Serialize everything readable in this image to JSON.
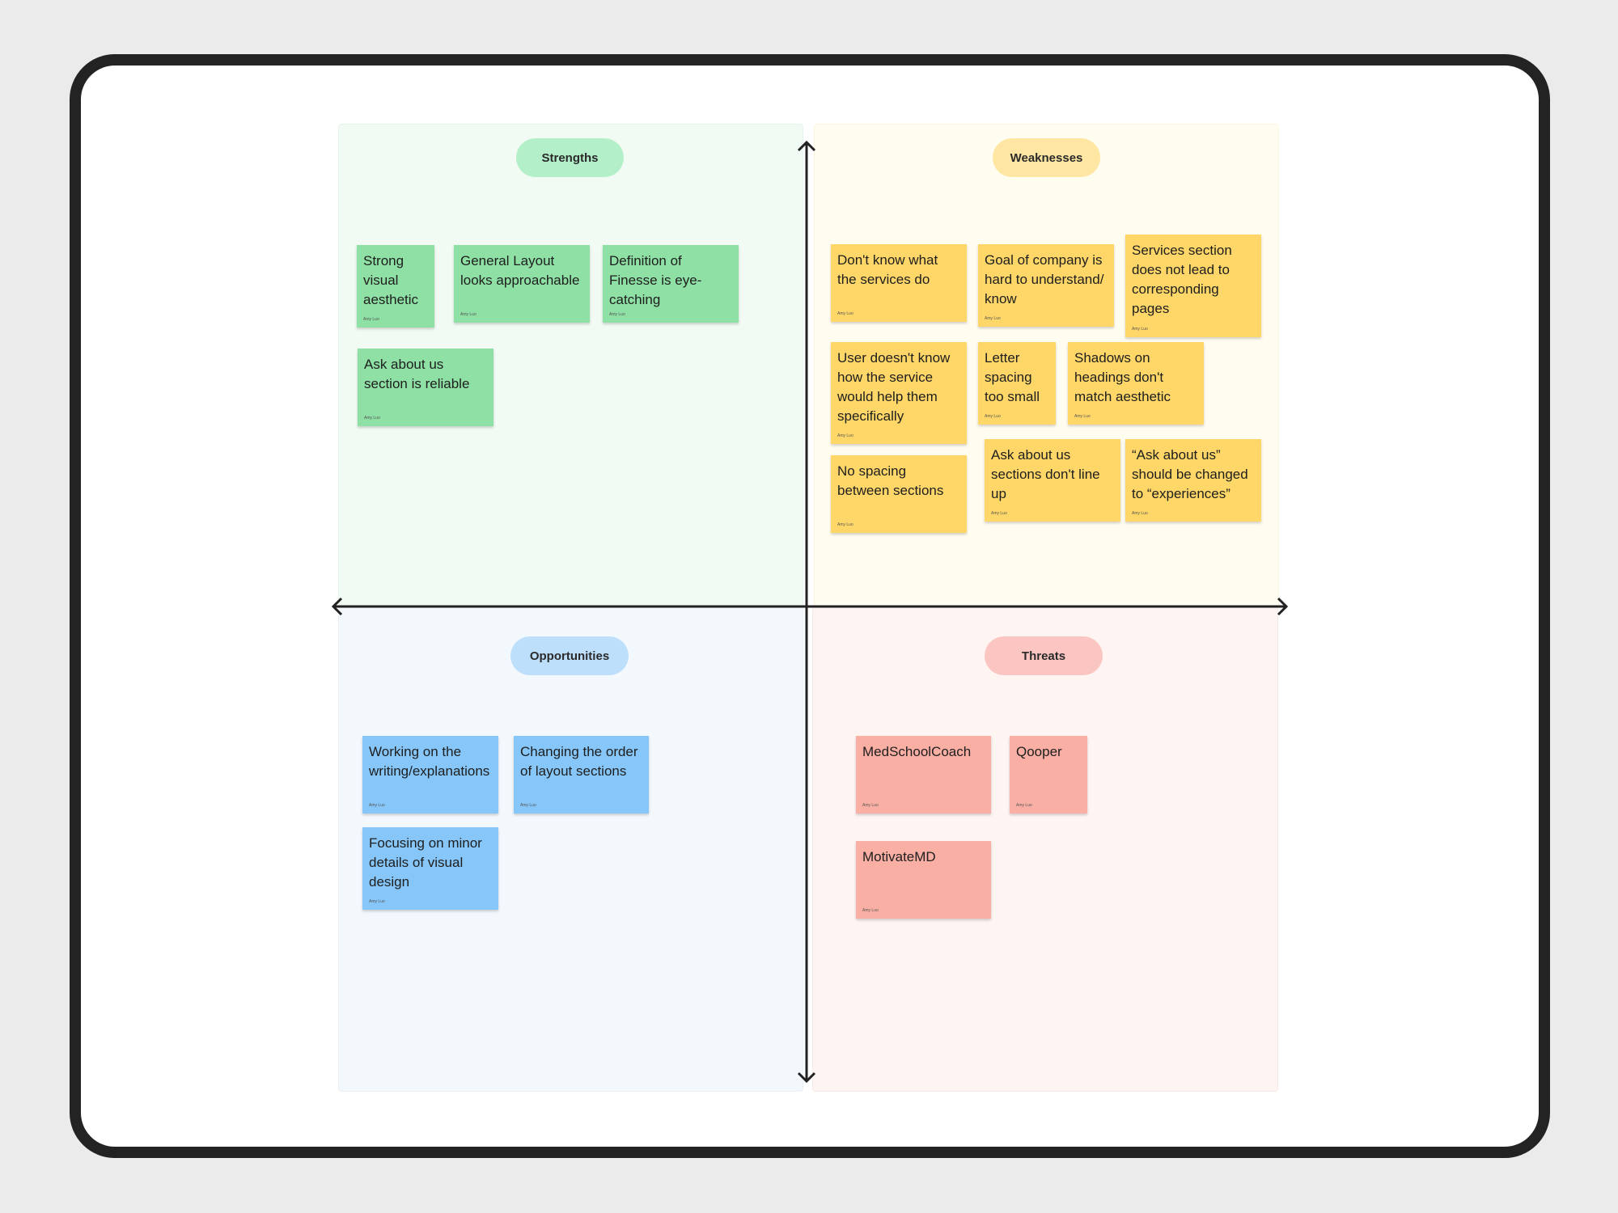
{
  "quadrants": {
    "strengths": {
      "label": "Strengths",
      "notes": [
        {
          "text": "Strong visual aesthetic",
          "author": "Amy Luo"
        },
        {
          "text": "General Layout looks approachable",
          "author": "Amy Luo"
        },
        {
          "text": "Definition of Finesse is eye-catching",
          "author": "Amy Luo"
        },
        {
          "text": "Ask about us section is reliable",
          "author": "Amy Luo"
        }
      ]
    },
    "weaknesses": {
      "label": "Weaknesses",
      "notes": [
        {
          "text": "Don't know what the services do",
          "author": "Amy Luo"
        },
        {
          "text": "Goal of company is hard to understand/ know",
          "author": "Amy Luo"
        },
        {
          "text": "Services section does not lead to corresponding pages",
          "author": "Amy Luo"
        },
        {
          "text": "User doesn't know how the service would help them specifically",
          "author": "Amy Luo"
        },
        {
          "text": "Letter spacing too small",
          "author": "Amy Luo"
        },
        {
          "text": "Shadows on headings don't match aesthetic",
          "author": "Amy Luo"
        },
        {
          "text": "No spacing between sections",
          "author": "Amy Luo"
        },
        {
          "text": "Ask about us sections don't line up",
          "author": "Amy Luo"
        },
        {
          "text": "“Ask about us” should be changed to “experiences”",
          "author": "Amy Luo"
        }
      ]
    },
    "opportunities": {
      "label": "Opportunities",
      "notes": [
        {
          "text": "Working on the writing/explanations",
          "author": "Amy Luo"
        },
        {
          "text": "Changing the order of layout sections",
          "author": "Amy Luo"
        },
        {
          "text": "Focusing on minor details of visual design",
          "author": "Amy Luo"
        }
      ]
    },
    "threats": {
      "label": "Threats",
      "notes": [
        {
          "text": "MedSchoolCoach",
          "author": "Amy Luo"
        },
        {
          "text": "Qooper",
          "author": "Amy Luo"
        },
        {
          "text": "MotivateMD",
          "author": "Amy Luo"
        }
      ]
    }
  },
  "colors": {
    "strengths_note": "#8ee0a4",
    "weaknesses_note": "#ffd768",
    "opportunities_note": "#86c6f8",
    "threats_note": "#f9afa4",
    "frame": "#232323"
  }
}
